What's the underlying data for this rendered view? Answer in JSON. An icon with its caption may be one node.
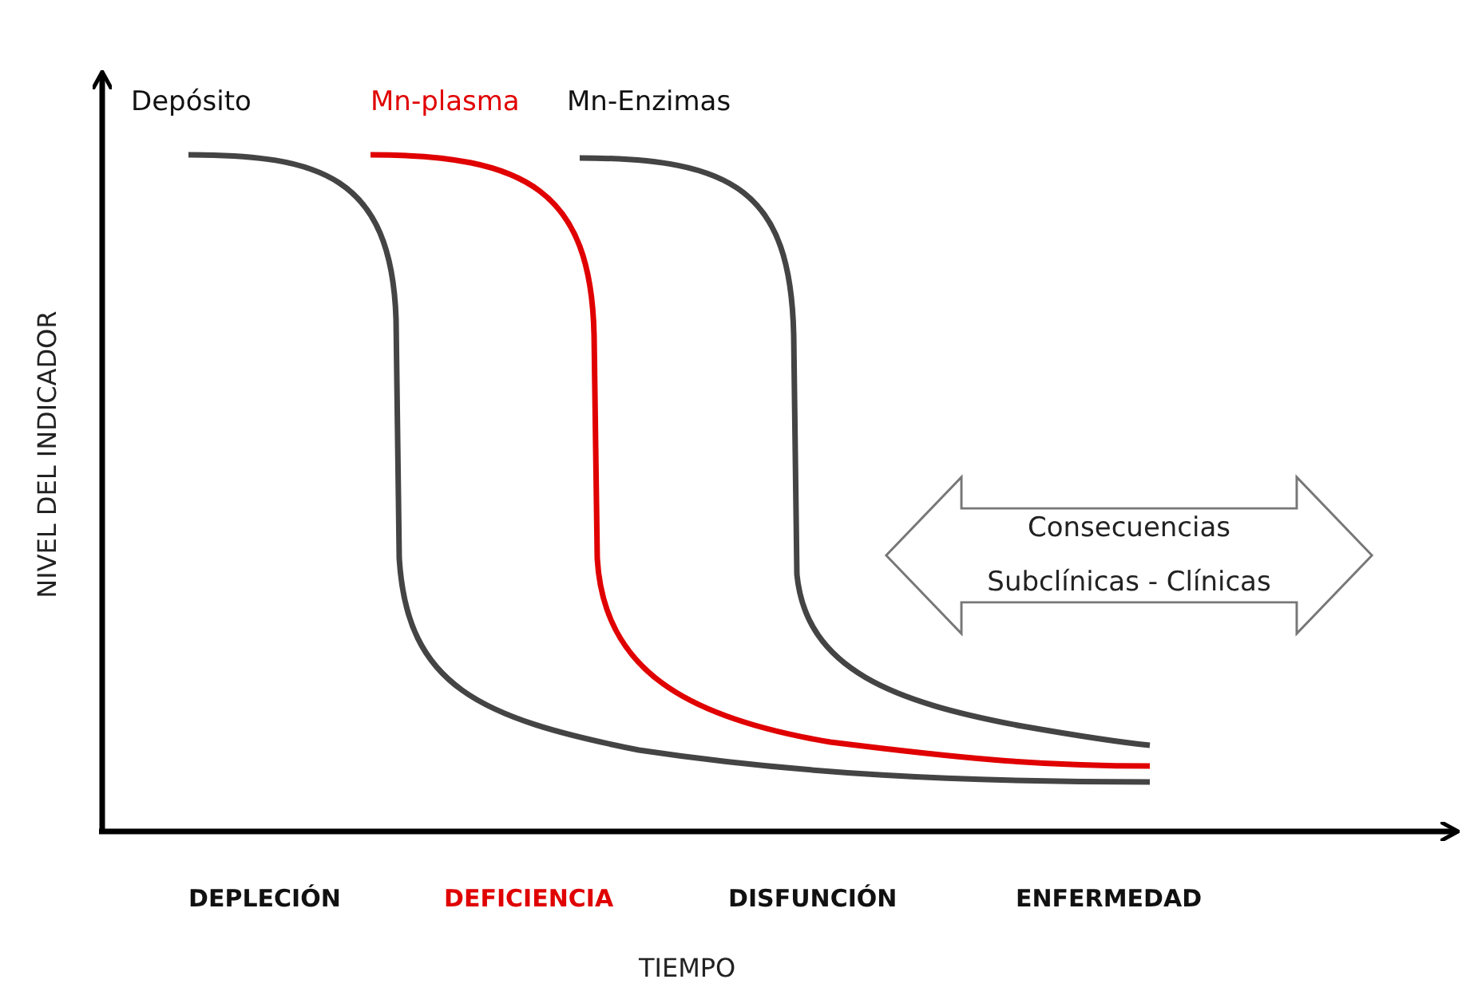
{
  "diagram": {
    "nodes": [
      {
        "text": [
          "Consecuencias Subclínicas - Clínicas"
        ]
      }
    ],
    "labels": [
      "Depósito",
      "Mn-plasma",
      "Mn-Enzimas",
      "NIVEL DEL INDICADOR",
      "DEPLECIÓN",
      "DEFICIENCIA",
      "DISFUNCIÓN",
      "ENFERMEDAD",
      "TIEMPO"
    ]
  }
}
